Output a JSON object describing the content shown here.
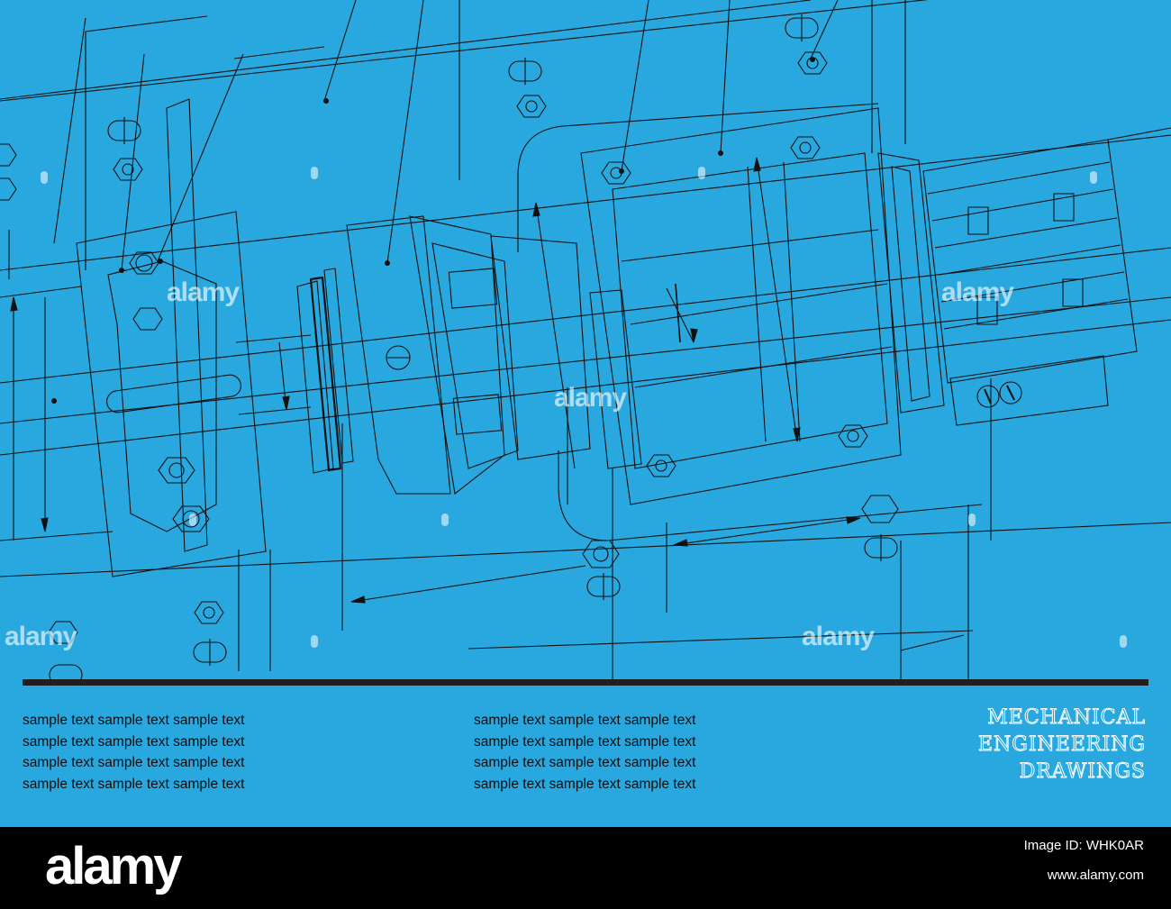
{
  "columns": [
    [
      "sample text sample text sample text",
      "sample text sample text sample text",
      "sample text sample text sample text",
      "sample text sample text sample text"
    ],
    [
      "sample text sample text sample text",
      "sample text sample text sample text",
      "sample text sample text sample text",
      "sample text sample text sample text"
    ]
  ],
  "title": [
    "MECHANICAL",
    "ENGINEERING",
    "DRAWINGS"
  ],
  "watermark": "alamy",
  "footer": {
    "logo": "alamy",
    "image_id": "Image ID: WHK0AR",
    "url": "www.alamy.com"
  },
  "colors": {
    "background": "#29a8e0",
    "line": "#111111",
    "footer": "#000000",
    "title_outline": "#ffffff"
  }
}
